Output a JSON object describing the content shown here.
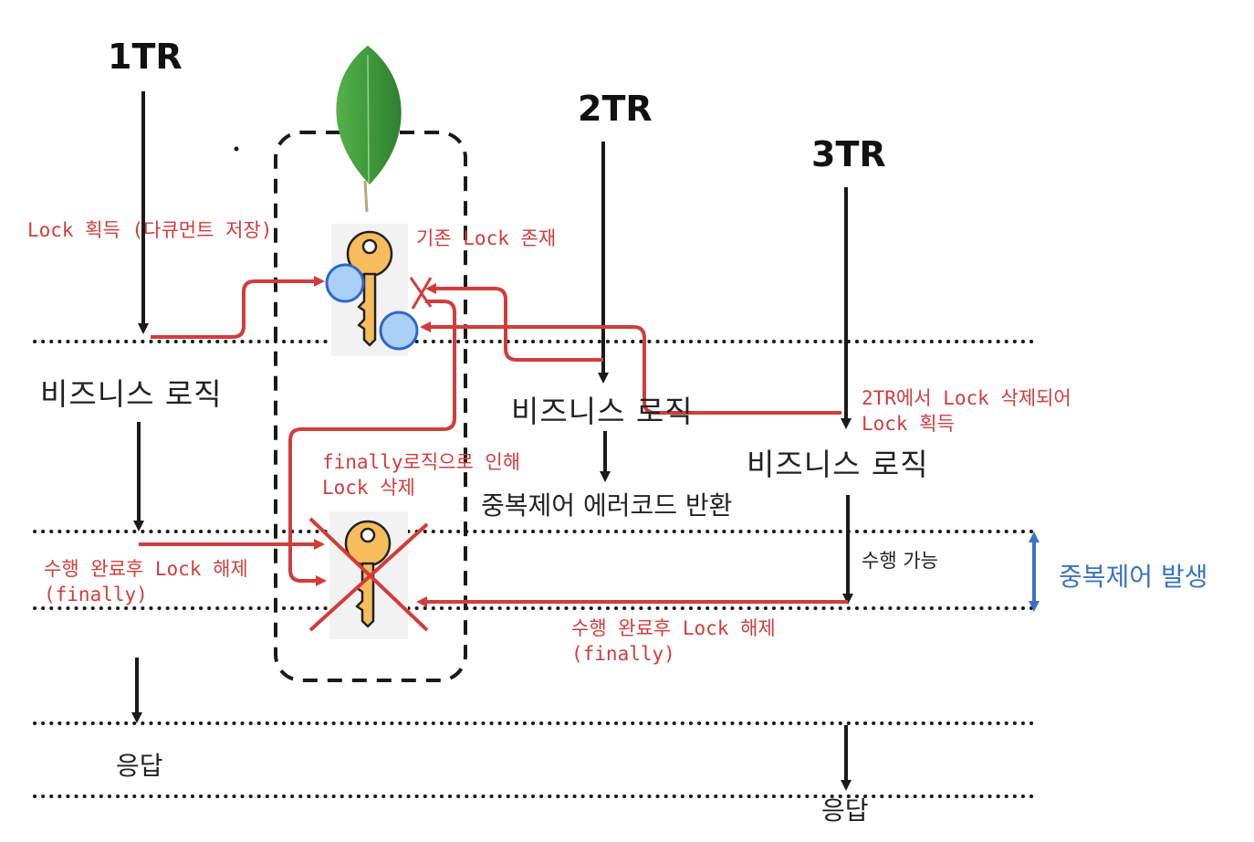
{
  "transactions": {
    "tr1": "1TR",
    "tr2": "2TR",
    "tr3": "3TR"
  },
  "labels": {
    "biz_tr1": "비즈니스 로직",
    "biz_tr2": "비즈니스 로직",
    "biz_tr3": "비즈니스 로직",
    "dup_error": "중복제어 에러코드 반환",
    "executable": "수행 가능",
    "response_tr1": "응답",
    "response_tr3": "응답",
    "dup_occurred": "중복제어 발생"
  },
  "annotations": {
    "lock_acquire": "Lock 획득 (다큐먼트 저장)",
    "existing_lock": "기존 Lock 존재",
    "tr3_lock_line1": "2TR에서 Lock 삭제되어",
    "tr3_lock_line2": "Lock 획득",
    "finally_line1": "finally로직으로 인해",
    "finally_line2": "Lock 삭제",
    "release1_line1": "수행 완료후 Lock 해제",
    "release1_line2": "(finally)",
    "release3_line1": "수행 완료후 Lock 해제",
    "release3_line2": "(finally)"
  },
  "colors": {
    "red": "#d23c3c",
    "blue": "#3a73c4",
    "key": "#f7bd5c",
    "leaf": "#3f9a3a",
    "circle": "#a9d1f7"
  },
  "icons": [
    "mongodb-leaf-icon",
    "key-icon",
    "crossed-key-icon"
  ]
}
